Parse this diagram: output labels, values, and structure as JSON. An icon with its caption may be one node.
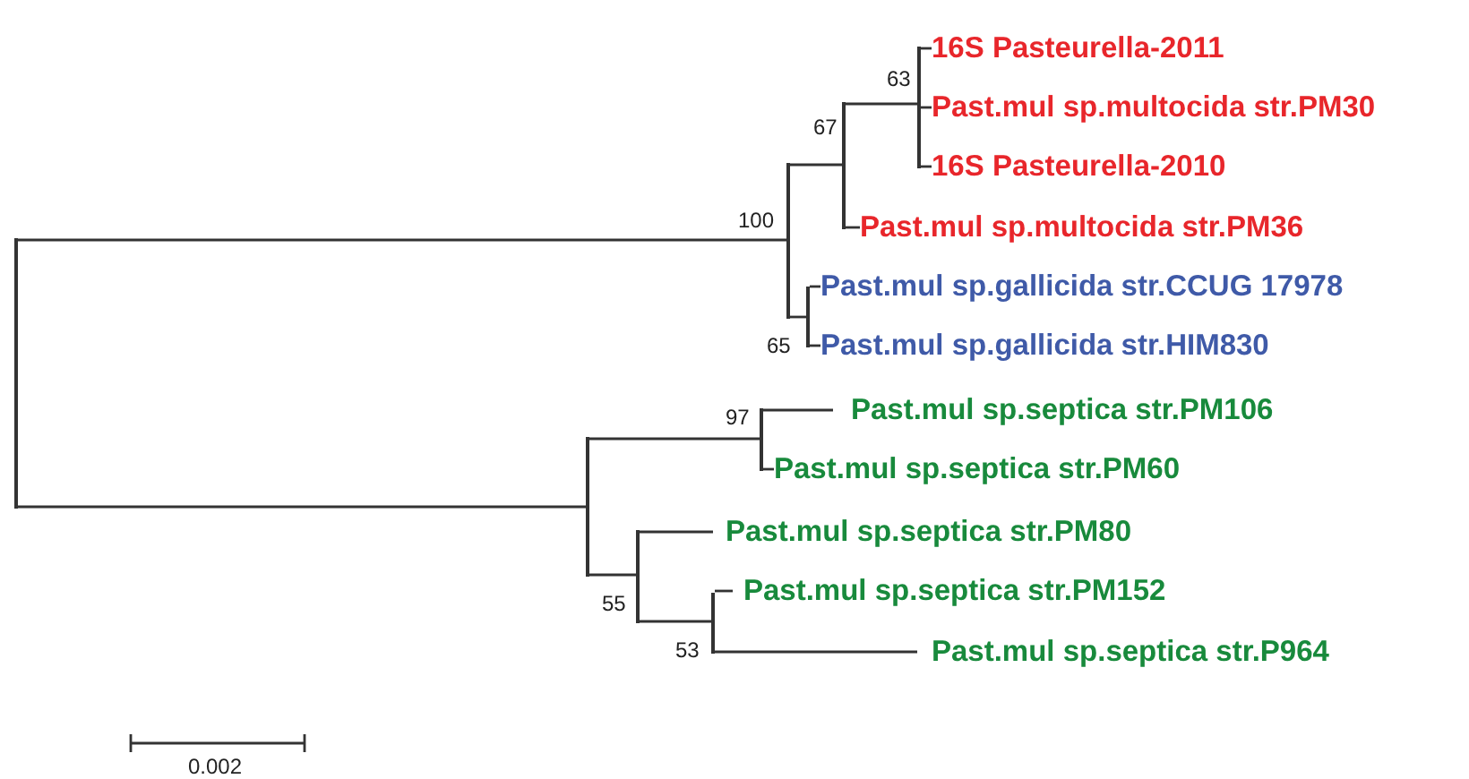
{
  "diagram": {
    "nodes": [
      {
        "text": [],
        "shape": "bar"
      },
      {
        "text": [],
        "shape": "bar",
        "beside": [
          "100"
        ]
      },
      {
        "text": [],
        "shape": "bar",
        "beside": [
          "67"
        ]
      },
      {
        "text": [],
        "shape": "bar",
        "beside": [
          "63"
        ]
      },
      {
        "text": [
          "16S Pasteurella-2011"
        ]
      },
      {
        "text": [
          "Past.mul sp.multocida str.PM30"
        ]
      },
      {
        "text": [
          "16S Pasteurella-2010"
        ]
      },
      {
        "text": [
          "Past.mul sp.multocida str.PM36"
        ]
      },
      {
        "text": [],
        "shape": "bar",
        "beside": [
          "65"
        ]
      },
      {
        "text": [
          "Past.mul sp.gallicida str.CCUG 17978"
        ]
      },
      {
        "text": [
          "Past.mul sp.gallicida str.HIM830"
        ]
      },
      {
        "text": [],
        "shape": "bar"
      },
      {
        "text": [],
        "shape": "bar",
        "beside": [
          "97"
        ]
      },
      {
        "text": [
          "Past.mul sp.septica str.PM106"
        ]
      },
      {
        "text": [
          "Past.mul sp.septica str.PM60"
        ]
      },
      {
        "text": [],
        "shape": "bar",
        "beside": [
          "55"
        ]
      },
      {
        "text": [
          "Past.mul sp.septica str.PM80"
        ]
      },
      {
        "text": [],
        "shape": "bar",
        "beside": [
          "53"
        ]
      },
      {
        "text": [
          "Past.mul sp.septica str.PM152"
        ]
      },
      {
        "text": [
          "Past.mul sp.septica str.P964"
        ]
      }
    ],
    "edges": [
      {
        "from": 0,
        "to": 1,
        "arrow": "none"
      },
      {
        "from": 1,
        "to": 2,
        "arrow": "none"
      },
      {
        "from": 2,
        "to": 3,
        "arrow": "none"
      },
      {
        "from": 3,
        "to": 4,
        "arrow": "none"
      },
      {
        "from": 3,
        "to": 5,
        "arrow": "none"
      },
      {
        "from": 3,
        "to": 6,
        "arrow": "none"
      },
      {
        "from": 2,
        "to": 7,
        "arrow": "none"
      },
      {
        "from": 1,
        "to": 8,
        "arrow": "none"
      },
      {
        "from": 8,
        "to": 9,
        "arrow": "none"
      },
      {
        "from": 8,
        "to": 10,
        "arrow": "none"
      },
      {
        "from": 0,
        "to": 11,
        "arrow": "none"
      },
      {
        "from": 11,
        "to": 12,
        "arrow": "none"
      },
      {
        "from": 12,
        "to": 13,
        "arrow": "none"
      },
      {
        "from": 12,
        "to": 14,
        "arrow": "none"
      },
      {
        "from": 11,
        "to": 15,
        "arrow": "none"
      },
      {
        "from": 15,
        "to": 16,
        "arrow": "none"
      },
      {
        "from": 15,
        "to": 17,
        "arrow": "none"
      },
      {
        "from": 17,
        "to": 18,
        "arrow": "none"
      },
      {
        "from": 17,
        "to": 19,
        "arrow": "none"
      }
    ],
    "labels": [
      "0.002"
    ]
  }
}
